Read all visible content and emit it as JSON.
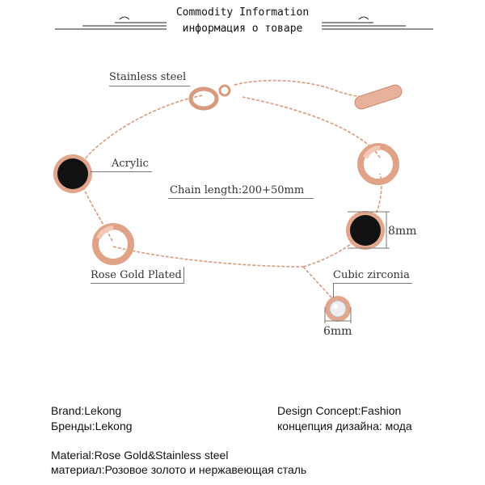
{
  "header": {
    "title_en": "Commodity Information",
    "title_ru": "информация о товаре"
  },
  "callouts": {
    "stainless": "Stainless steel",
    "acrylic": "Acrylic",
    "chain_length": "Chain length:200+50mm",
    "dim_8mm": "8mm",
    "rose_gold": "Rose Gold Plated",
    "cubic_zirconia": "Cubic zirconia",
    "dim_6mm": "6mm"
  },
  "specs": {
    "brand_en": "Brand:Lekong",
    "brand_ru": "Бренды:Lekong",
    "design_en": "Design Concept:Fashion",
    "design_ru": "концепция дизайна: мода",
    "material_en": "Material:Rose Gold&Stainless steel",
    "material_ru": "материал:Розовое золото и нержавеющая сталь"
  },
  "colors": {
    "rose_gold": "#d89a7c",
    "rose_light": "#f2c9b6",
    "black_disc": "#111111",
    "text": "#111111"
  }
}
